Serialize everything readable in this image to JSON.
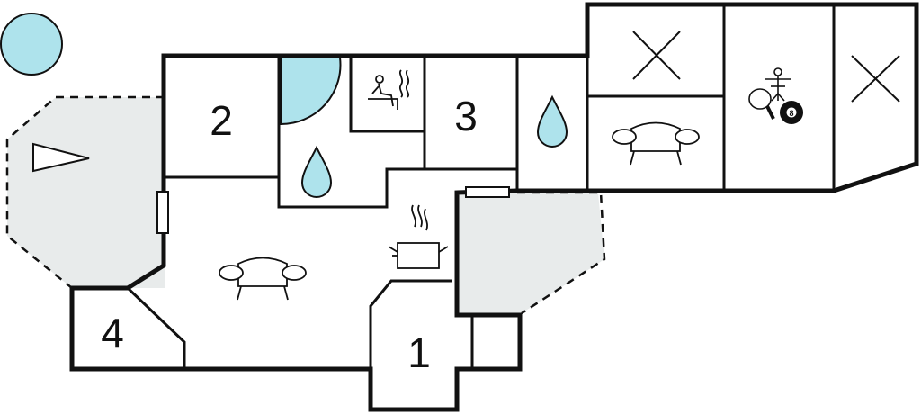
{
  "rooms": {
    "bedroom_1": {
      "number": "1"
    },
    "bedroom_2": {
      "number": "2"
    },
    "bedroom_3": {
      "number": "3"
    },
    "bedroom_4": {
      "number": "4"
    }
  },
  "icons": {
    "pool": "circle-pool-icon",
    "terrace_roof": "triangle-marker-icon",
    "sauna": "sauna-person-icon",
    "bathroom_drop": "water-drop-icon",
    "kitchen": "cooking-pot-icon",
    "sofa": "sofa-icon",
    "games": "table-football-ping-pong-billiard-icon",
    "unavailable": "cross-icon"
  },
  "colors": {
    "water": "#aee3ec",
    "terrace": "#e8ebeb",
    "wall": "#111111"
  }
}
